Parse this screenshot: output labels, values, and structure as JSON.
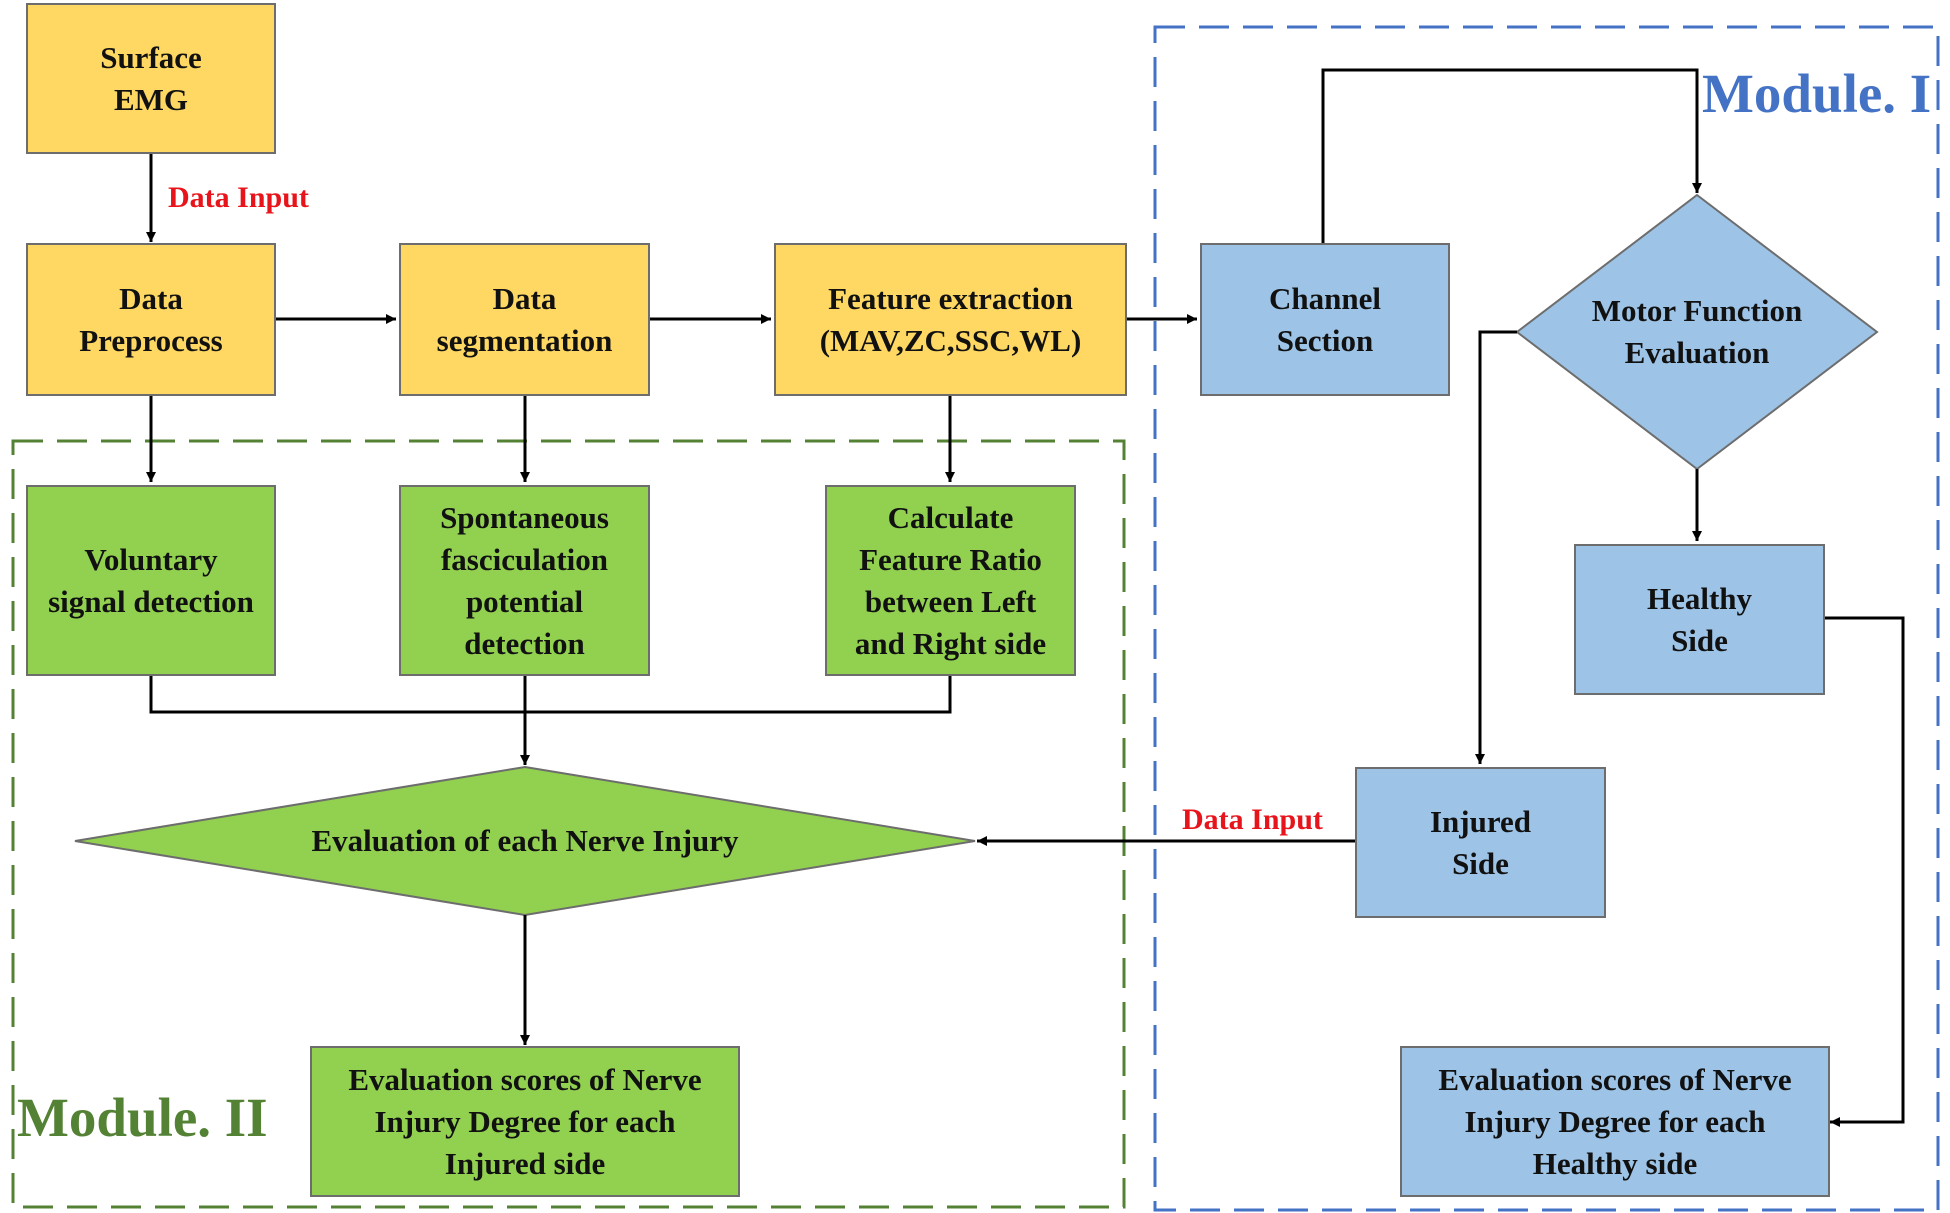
{
  "colors": {
    "yellow": "#fed862",
    "green": "#92d050",
    "blue": "#9dc3e6",
    "module1_border": "#4472c4",
    "module2_border": "#548235",
    "label_red": "#e8141b"
  },
  "labels": {
    "data_input_top": "Data Input",
    "data_input_right": "Data Input"
  },
  "modules": {
    "module1": "Module. I",
    "module2": "Module. II"
  },
  "nodes": {
    "surface_emg": [
      "Surface",
      "EMG"
    ],
    "data_preprocess": [
      "Data",
      "Preprocess"
    ],
    "data_segmentation": [
      "Data",
      "segmentation"
    ],
    "feature_extraction": [
      "Feature extraction",
      "(MAV,ZC,SSC,WL)"
    ],
    "channel_section": [
      "Channel",
      "Section"
    ],
    "motor_function_evaluation": [
      "Motor Function",
      "Evaluation"
    ],
    "voluntary_signal_detection": [
      "Voluntary",
      "signal detection"
    ],
    "spontaneous_fasciculation": [
      "Spontaneous",
      "fasciculation",
      "potential",
      "detection"
    ],
    "calculate_feature_ratio": [
      "Calculate",
      "Feature Ratio",
      "between Left",
      "and Right side"
    ],
    "healthy_side": [
      "Healthy",
      "Side"
    ],
    "injured_side": [
      "Injured",
      "Side"
    ],
    "evaluation_nerve_injury": [
      "Evaluation of each Nerve Injury"
    ],
    "scores_injured": [
      "Evaluation scores of Nerve",
      "Injury Degree for each",
      "Injured side"
    ],
    "scores_healthy": [
      "Evaluation scores of Nerve",
      "Injury Degree for each",
      "Healthy side"
    ]
  }
}
